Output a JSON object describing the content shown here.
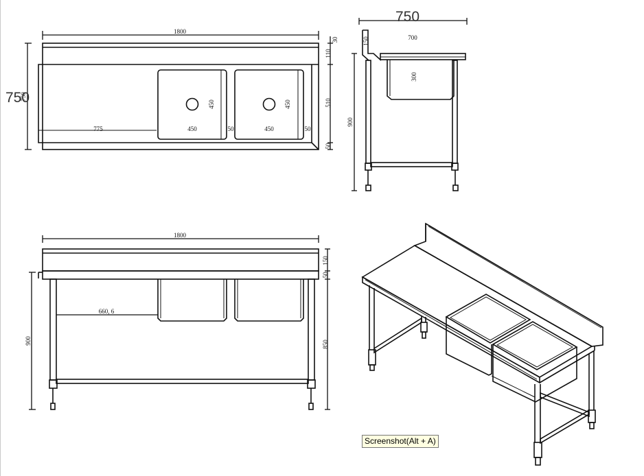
{
  "views": {
    "top": {
      "width": "1800",
      "depth": "750",
      "overall_depth_overlap": "750",
      "drainboard": "775",
      "bowl1_width": "450",
      "bowl1_depth": "450",
      "gap1": "50",
      "bowl2_width": "450",
      "bowl2_depth": "450",
      "gap2": "50",
      "top_edge": "30",
      "backsplash": "110",
      "bowl_zone": "510",
      "front": "50"
    },
    "side": {
      "width": "750",
      "width_overlap": "700",
      "splash_height": "150",
      "bowl_depth": "300",
      "height": "900"
    },
    "front": {
      "width": "1800",
      "leg_inset": "660, 6",
      "height": "900",
      "splash": "150",
      "rim": "50",
      "working_height": "850"
    }
  },
  "tooltip": "Screenshot(Alt + A)"
}
